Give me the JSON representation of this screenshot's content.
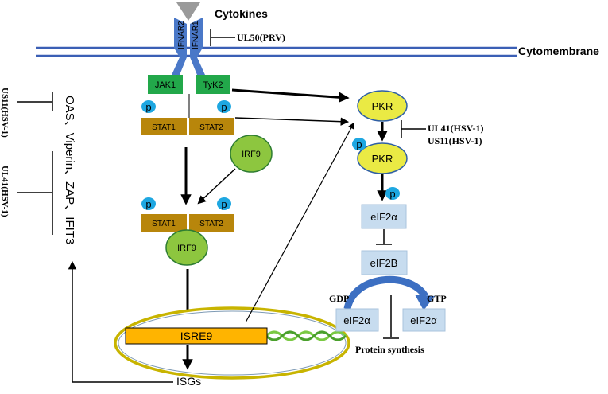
{
  "labels": {
    "cytokines": "Cytokines",
    "ifnar2": "IFNAR2",
    "ifnar1": "IFNAR1",
    "ul50": "UL50(PRV)",
    "cytomembrane": "Cytomembrane",
    "jak1": "JAK1",
    "tyk2": "TyK2",
    "p": "p",
    "stat1": "STAT1",
    "stat2": "STAT2",
    "irf9": "IRF9",
    "pkr": "PKR",
    "ul41_us11_line1": "UL41(HSV-1)",
    "ul41_us11_line2": "US11(HSV-1)",
    "eif2a": "eIF2α",
    "eif2b": "eIF2B",
    "gdp": "GDP",
    "gtp": "GTP",
    "protein_synthesis": "Protein synthesis",
    "isre9": "ISRE9",
    "isgs": "ISGs",
    "effectors": "OAS、Viperin、ZAP、IFIT3",
    "us11_left": "US11(HSV-1)",
    "ul41_left": "UL41(HSV-1)"
  },
  "colors": {
    "membrane": "#3b5fb5",
    "receptor": "#4a78c8",
    "green_box": "#22a84a",
    "brown_box": "#b8860b",
    "phospho": "#1ea7e1",
    "irf9": "#8dc63f",
    "pkr": "#eaea44",
    "eif_box": "#c7dcef",
    "nucleus_border": "#c8b400",
    "isre": "#ffb400",
    "dna": "#7ac943"
  }
}
